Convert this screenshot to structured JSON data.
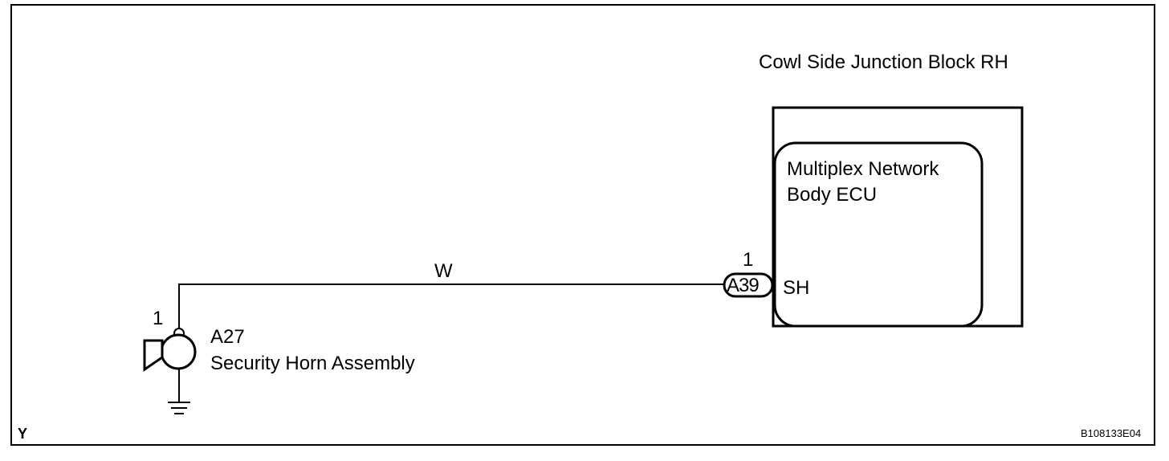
{
  "junction_block": {
    "title": "Cowl Side Junction Block RH"
  },
  "ecu": {
    "name_line1": "Multiplex Network",
    "name_line2": "Body ECU",
    "pin_name": "SH"
  },
  "connector_ecu": {
    "code": "A39",
    "pin": "1"
  },
  "wire": {
    "color": "W"
  },
  "horn": {
    "pin": "1",
    "code": "A27",
    "name": "Security Horn Assembly"
  },
  "footer": {
    "left_letter": "Y",
    "figure_id": "B108133E04"
  }
}
